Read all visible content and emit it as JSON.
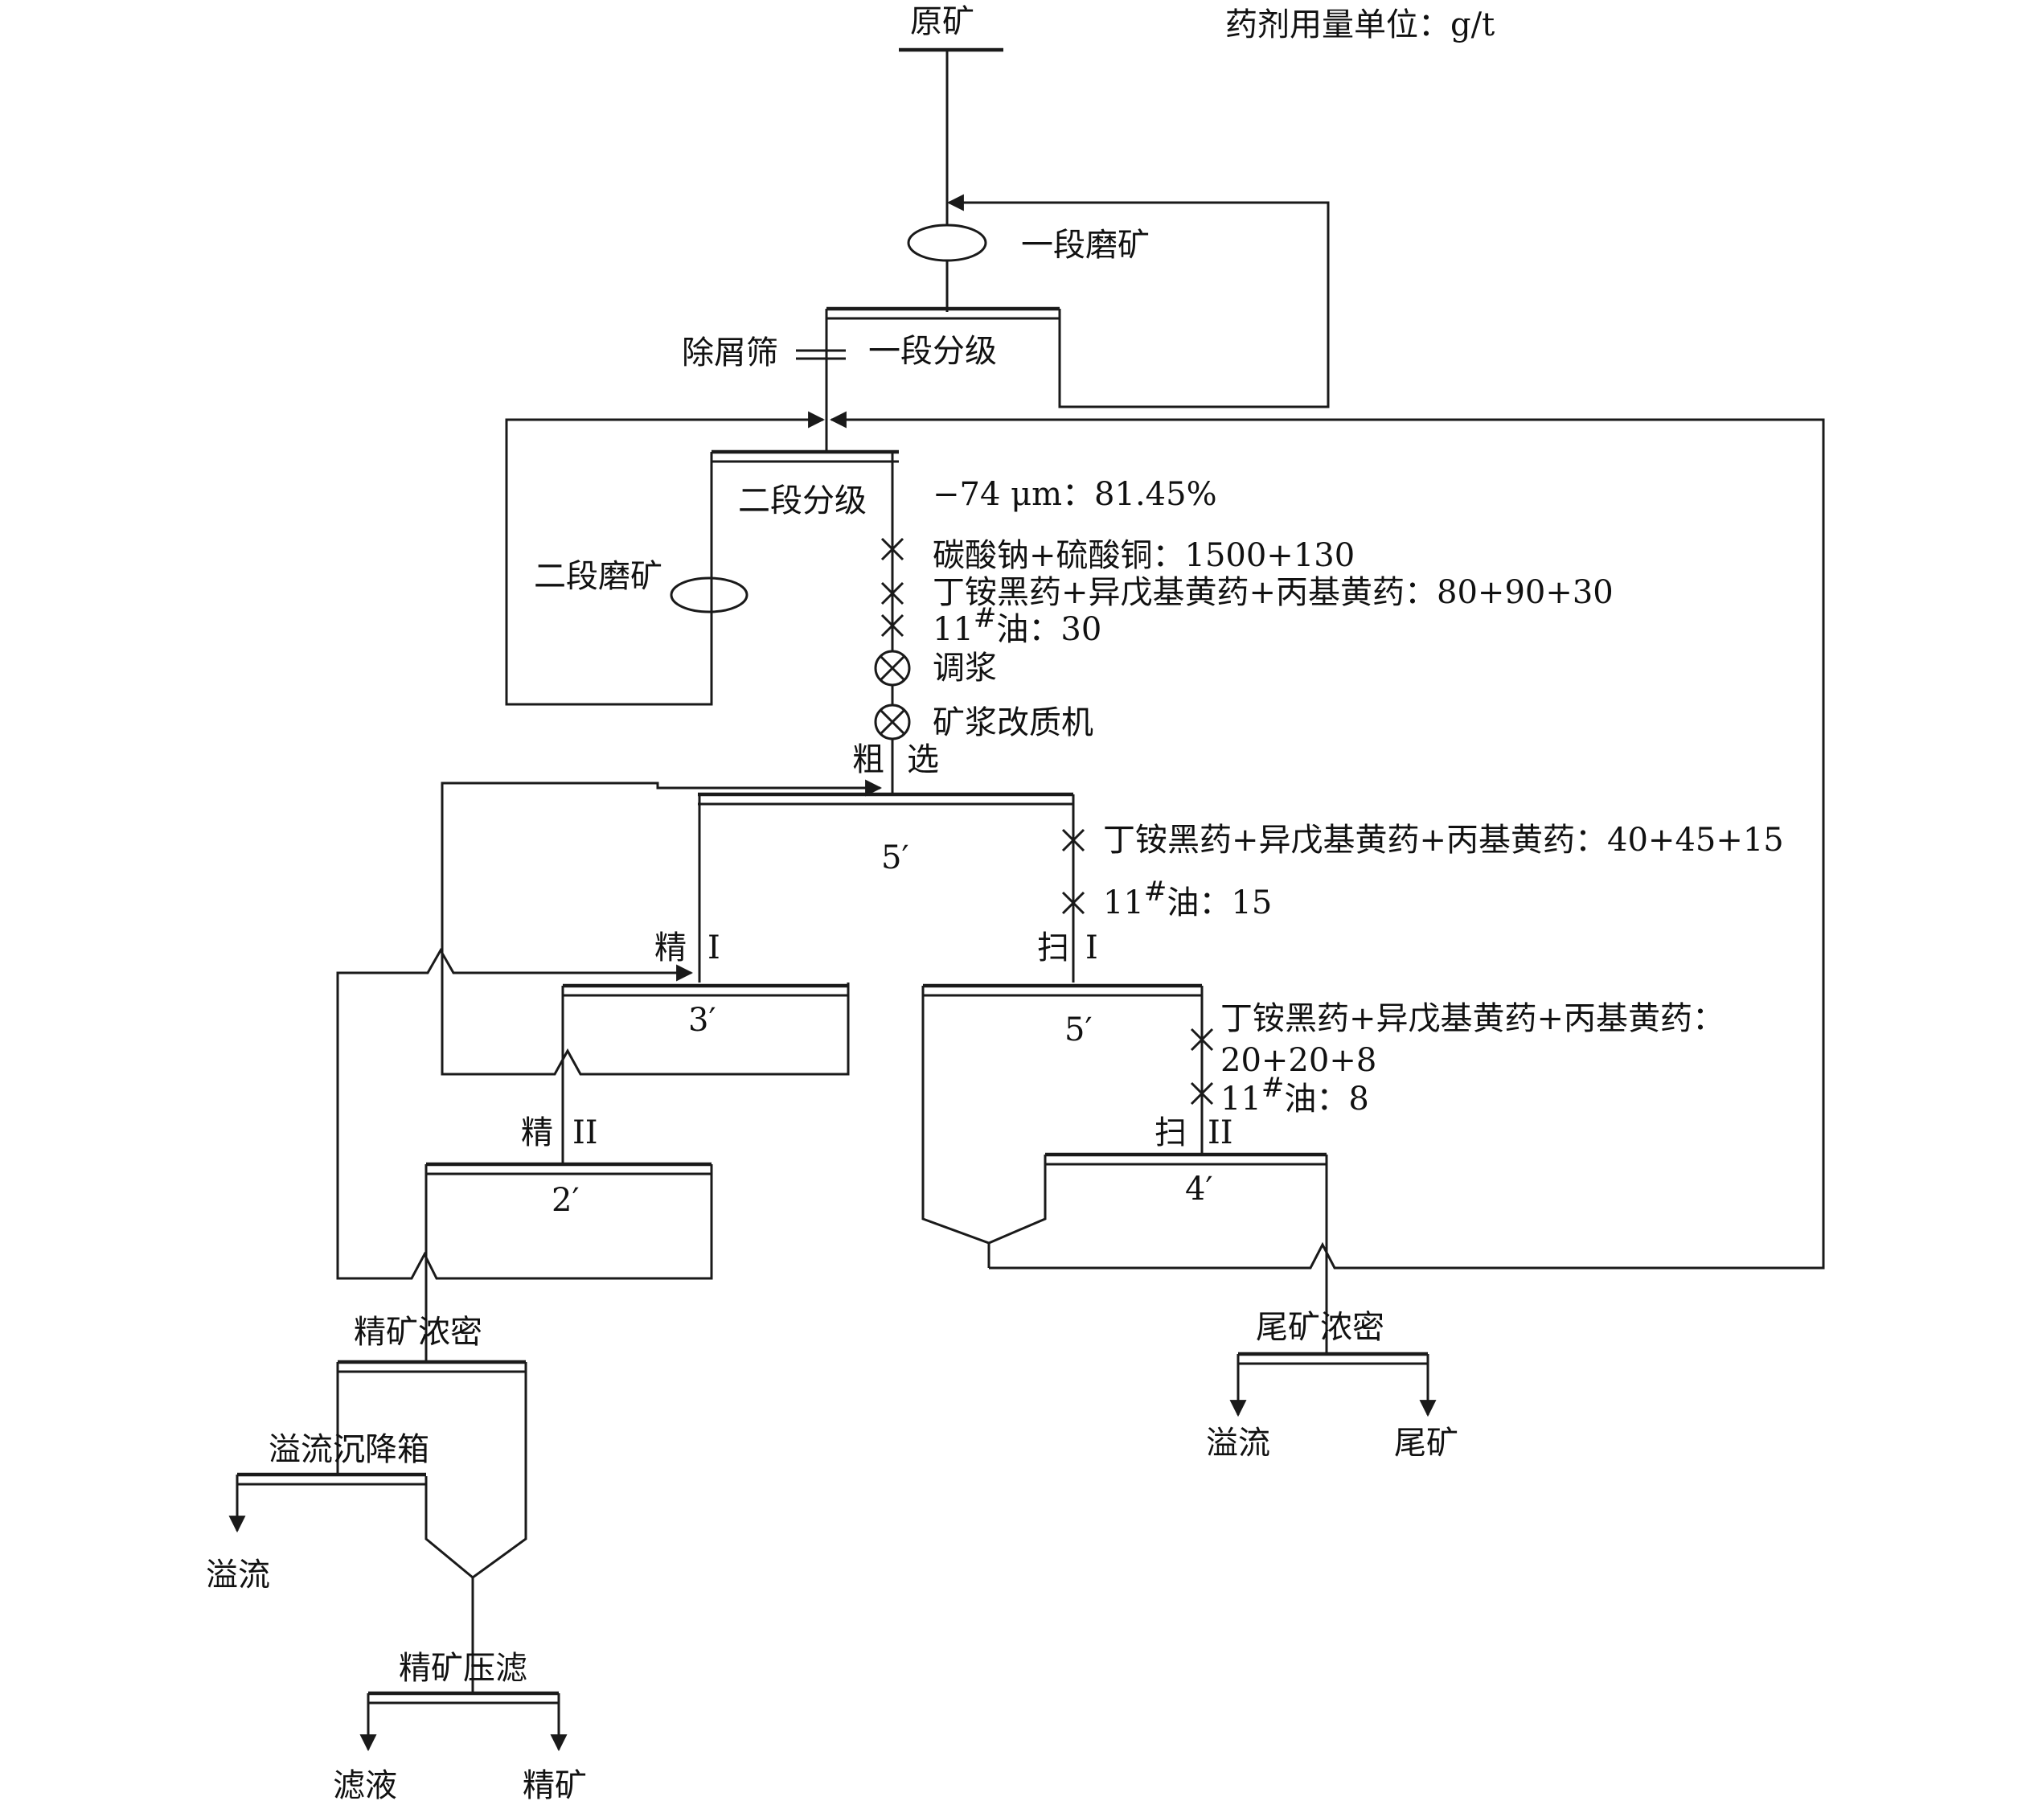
{
  "header": {
    "raw_ore": "原矿",
    "reagent_unit": "药剂用量单位：g/t"
  },
  "grinding": {
    "stage1_grind": "一段磨矿",
    "stage1_classify": "一段分级",
    "trash_screen": "除屑筛",
    "stage2_classify": "二段分级",
    "stage2_grind": "二段磨矿",
    "fineness": "−74 μm：81.45%"
  },
  "reagents": {
    "rougher_1": "碳酸钠+硫酸铜：1500+130",
    "rougher_2": "丁铵黑药+异戊基黄药+丙基黄药：80+90+30",
    "rougher_3_pre": "11",
    "rougher_3_sup": "#",
    "rougher_3_post": "油：30",
    "conditioning": "调浆",
    "pulp_modifier": "矿浆改质机",
    "scav1_a": "丁铵黑药+异戊基黄药+丙基黄药：40+45+15",
    "scav1_b_pre": "11",
    "scav1_b_sup": "#",
    "scav1_b_post": "油：15",
    "scav2_a": "丁铵黑药+异戊基黄药+丙基黄药：",
    "scav2_b": "20+20+8",
    "scav2_c_pre": "11",
    "scav2_c_sup": "#",
    "scav2_c_post": "油：8"
  },
  "flotation": {
    "rougher_a": "粗",
    "rougher_b": "选",
    "rougher_cells": "5′",
    "cleaner1_a": "精",
    "cleaner1_b": "I",
    "cleaner1_cells": "3′",
    "cleaner2_a": "精",
    "cleaner2_b": "II",
    "cleaner2_cells": "2′",
    "scav1_a": "扫",
    "scav1_b": "I",
    "scav1_cells": "5′",
    "scav2_a": "扫",
    "scav2_b": "II",
    "scav2_cells": "4′"
  },
  "products": {
    "conc_thickening": "精矿浓密",
    "overflow_settling": "溢流沉降箱",
    "conc_overflow": "溢流",
    "conc_filtration": "精矿压滤",
    "filtrate": "滤液",
    "concentrate": "精矿",
    "tail_thickening": "尾矿浓密",
    "tail_overflow": "溢流",
    "tailings": "尾矿"
  }
}
